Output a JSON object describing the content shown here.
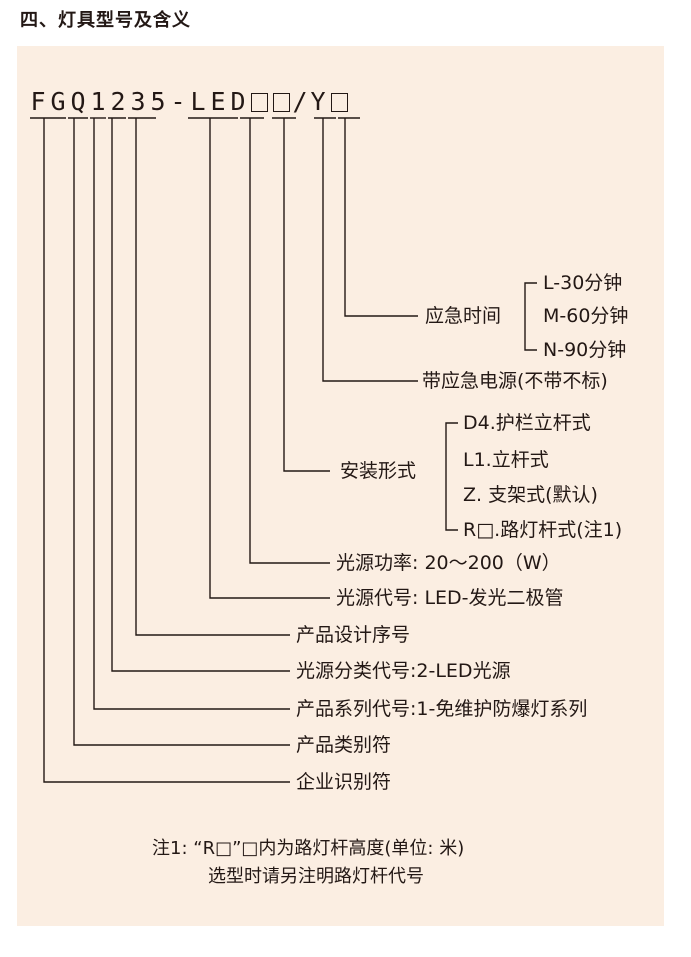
{
  "heading": "四、灯具型号及含义",
  "model_code": {
    "chars": [
      "F",
      "G",
      "Q",
      "1",
      "2",
      "3",
      "5",
      "-",
      "L",
      "E",
      "D",
      "□",
      "□",
      "/",
      "Y",
      "□"
    ]
  },
  "labels": {
    "emergency_time": "应急时间",
    "emergency_options": [
      "L-30分钟",
      "M-60分钟",
      "N-90分钟"
    ],
    "emergency_supply": "带应急电源(不带不标)",
    "install_form": "安装形式",
    "install_options": [
      "D4.护栏立杆式",
      "L1.立杆式",
      "Z. 支架式(默认)",
      "R□.路灯杆式(注1)"
    ],
    "power": "光源功率: 20～200（W）",
    "source_code": "光源代号: LED-发光二极管",
    "design_seq": "产品设计序号",
    "source_type": "光源分类代号:2-LED光源",
    "series": "产品系列代号:1-免维护防爆灯系列",
    "category": "产品类别符",
    "company": "企业识别符"
  },
  "note": {
    "line1": "注1: “R□”□内为路灯杆高度(单位: 米)",
    "line2": "选型时请另注明路灯杆代号"
  }
}
